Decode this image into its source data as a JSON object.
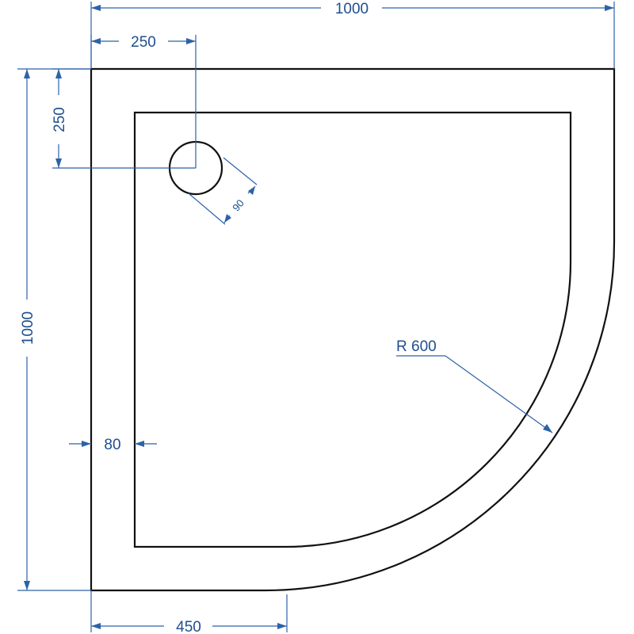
{
  "dimensions": {
    "overall_width": "1000",
    "overall_height": "1000",
    "drain_offset_x": "250",
    "drain_offset_y": "250",
    "drain_diameter": "90",
    "rim_width": "80",
    "radius": "R 600",
    "straight_segment": "450"
  },
  "colors": {
    "dimension_line": "#2d62a8",
    "dimension_text": "#1f4e8c",
    "outline": "#111111"
  }
}
